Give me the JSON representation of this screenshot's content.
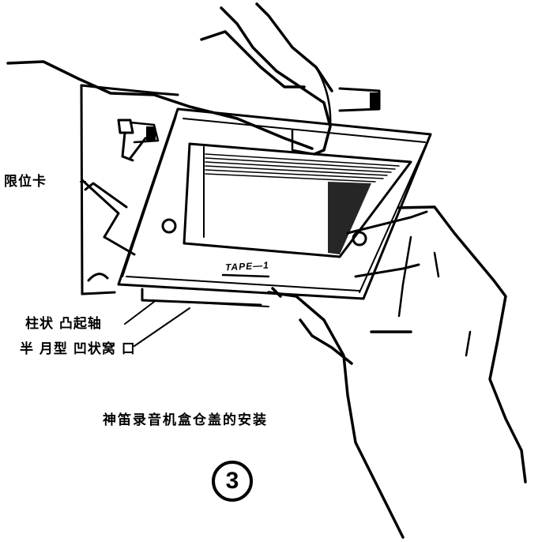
{
  "figure": {
    "type": "line-drawing illustration",
    "caption": "神笛录音机盒仓盖的安装",
    "number": "3",
    "model_marking": "TAPE—1",
    "colors": {
      "ink": "#000000",
      "paper": "#ffffff"
    }
  },
  "callouts": [
    {
      "id": "limit-clip",
      "label": "限位卡"
    },
    {
      "id": "cylindrical-shaft",
      "label": "柱状 凸起轴"
    },
    {
      "id": "half-moon-slot",
      "label": "半 月型 凹状窝 口"
    }
  ]
}
